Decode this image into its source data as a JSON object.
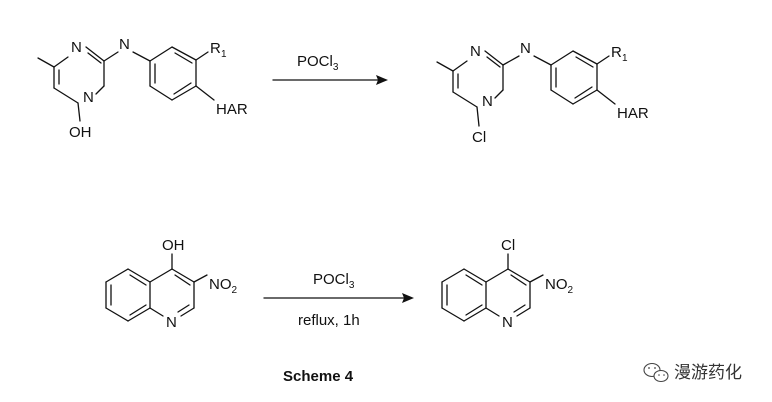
{
  "reaction1": {
    "reactant": {
      "atoms": [
        "N",
        "N",
        "N",
        "OH",
        "R",
        "1",
        "HAR"
      ]
    },
    "reagent_above": "POCl",
    "reagent_above_sub": "3",
    "product": {
      "atoms": [
        "N",
        "N",
        "N",
        "Cl",
        "R",
        "1",
        "HAR"
      ]
    }
  },
  "reaction2": {
    "reactant": {
      "atoms": [
        "OH",
        "NO",
        "2",
        "N"
      ]
    },
    "reagent_above": "POCl",
    "reagent_above_sub": "3",
    "reagent_below": "reflux, 1h",
    "product": {
      "atoms": [
        "Cl",
        "NO",
        "2",
        "N"
      ]
    }
  },
  "caption": "Scheme 4",
  "watermark": {
    "text": "漫游药化",
    "icon": "wechat-logo-icon"
  }
}
